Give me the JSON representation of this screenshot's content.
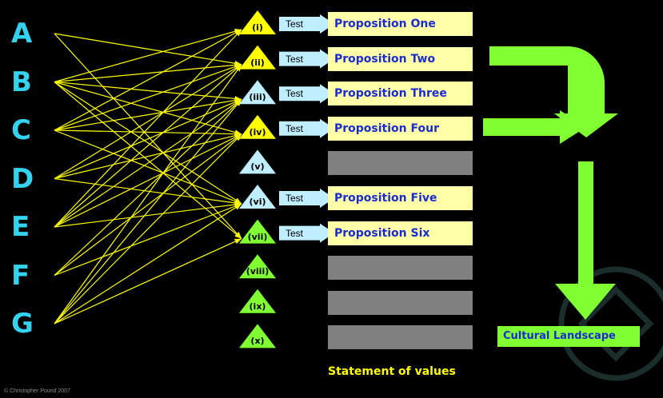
{
  "letters": [
    "A",
    "B",
    "C",
    "D",
    "E",
    "F",
    "G"
  ],
  "criteria": [
    {
      "numeral": "(i)",
      "color": "#ffff00",
      "test": "Test",
      "proposition": "Proposition One"
    },
    {
      "numeral": "(ii)",
      "color": "#ffff00",
      "test": "Test",
      "proposition": "Proposition Two"
    },
    {
      "numeral": "(iii)",
      "color": "#bfeeff",
      "test": "Test",
      "proposition": "Proposition Three"
    },
    {
      "numeral": "(iv)",
      "color": "#ffff00",
      "test": "Test",
      "proposition": "Proposition Four"
    },
    {
      "numeral": "(v)",
      "color": "#bfeeff",
      "test": "",
      "proposition": ""
    },
    {
      "numeral": "(vi)",
      "color": "#bfeeff",
      "test": "Test",
      "proposition": "Proposition Five"
    },
    {
      "numeral": "(vii)",
      "color": "#80ff33",
      "test": "Test",
      "proposition": "Proposition Six"
    },
    {
      "numeral": "(viii)",
      "color": "#80ff33",
      "test": "",
      "proposition": ""
    },
    {
      "numeral": "(ix)",
      "color": "#80ff33",
      "test": "",
      "proposition": ""
    },
    {
      "numeral": "(x)",
      "color": "#80ff33",
      "test": "",
      "proposition": ""
    }
  ],
  "connections": [
    [
      "A",
      "(ii)"
    ],
    [
      "A",
      "(vii)"
    ],
    [
      "B",
      "(i)"
    ],
    [
      "B",
      "(ii)"
    ],
    [
      "B",
      "(iii)"
    ],
    [
      "B",
      "(iv)"
    ],
    [
      "B",
      "(vi)"
    ],
    [
      "B",
      "(vii)"
    ],
    [
      "C",
      "(i)"
    ],
    [
      "C",
      "(ii)"
    ],
    [
      "C",
      "(iii)"
    ],
    [
      "C",
      "(iv)"
    ],
    [
      "C",
      "(vi)"
    ],
    [
      "D",
      "(ii)"
    ],
    [
      "D",
      "(iii)"
    ],
    [
      "D",
      "(iv)"
    ],
    [
      "D",
      "(vi)"
    ],
    [
      "E",
      "(i)"
    ],
    [
      "E",
      "(ii)"
    ],
    [
      "E",
      "(iii)"
    ],
    [
      "E",
      "(iv)"
    ],
    [
      "E",
      "(vi)"
    ],
    [
      "F",
      "(iii)"
    ],
    [
      "F",
      "(iv)"
    ],
    [
      "F",
      "(vi)"
    ],
    [
      "G",
      "(ii)"
    ],
    [
      "G",
      "(iii)"
    ],
    [
      "G",
      "(iv)"
    ],
    [
      "G",
      "(vi)"
    ],
    [
      "G",
      "(vii)"
    ]
  ],
  "statement_label": "Statement of values",
  "outcome_label": "Cultural Landscape",
  "copyright": "© Christopher Pound 2007",
  "colors": {
    "background": "#000000",
    "letter": "#33d3f0",
    "connector": "#ffff00",
    "test_box": "#bfeeff",
    "proposition_box": "#ffffa8",
    "empty_box": "#808080",
    "proposition_text": "#1a2bd0",
    "arrow": "#80ff33",
    "statement": "#ffff00"
  }
}
